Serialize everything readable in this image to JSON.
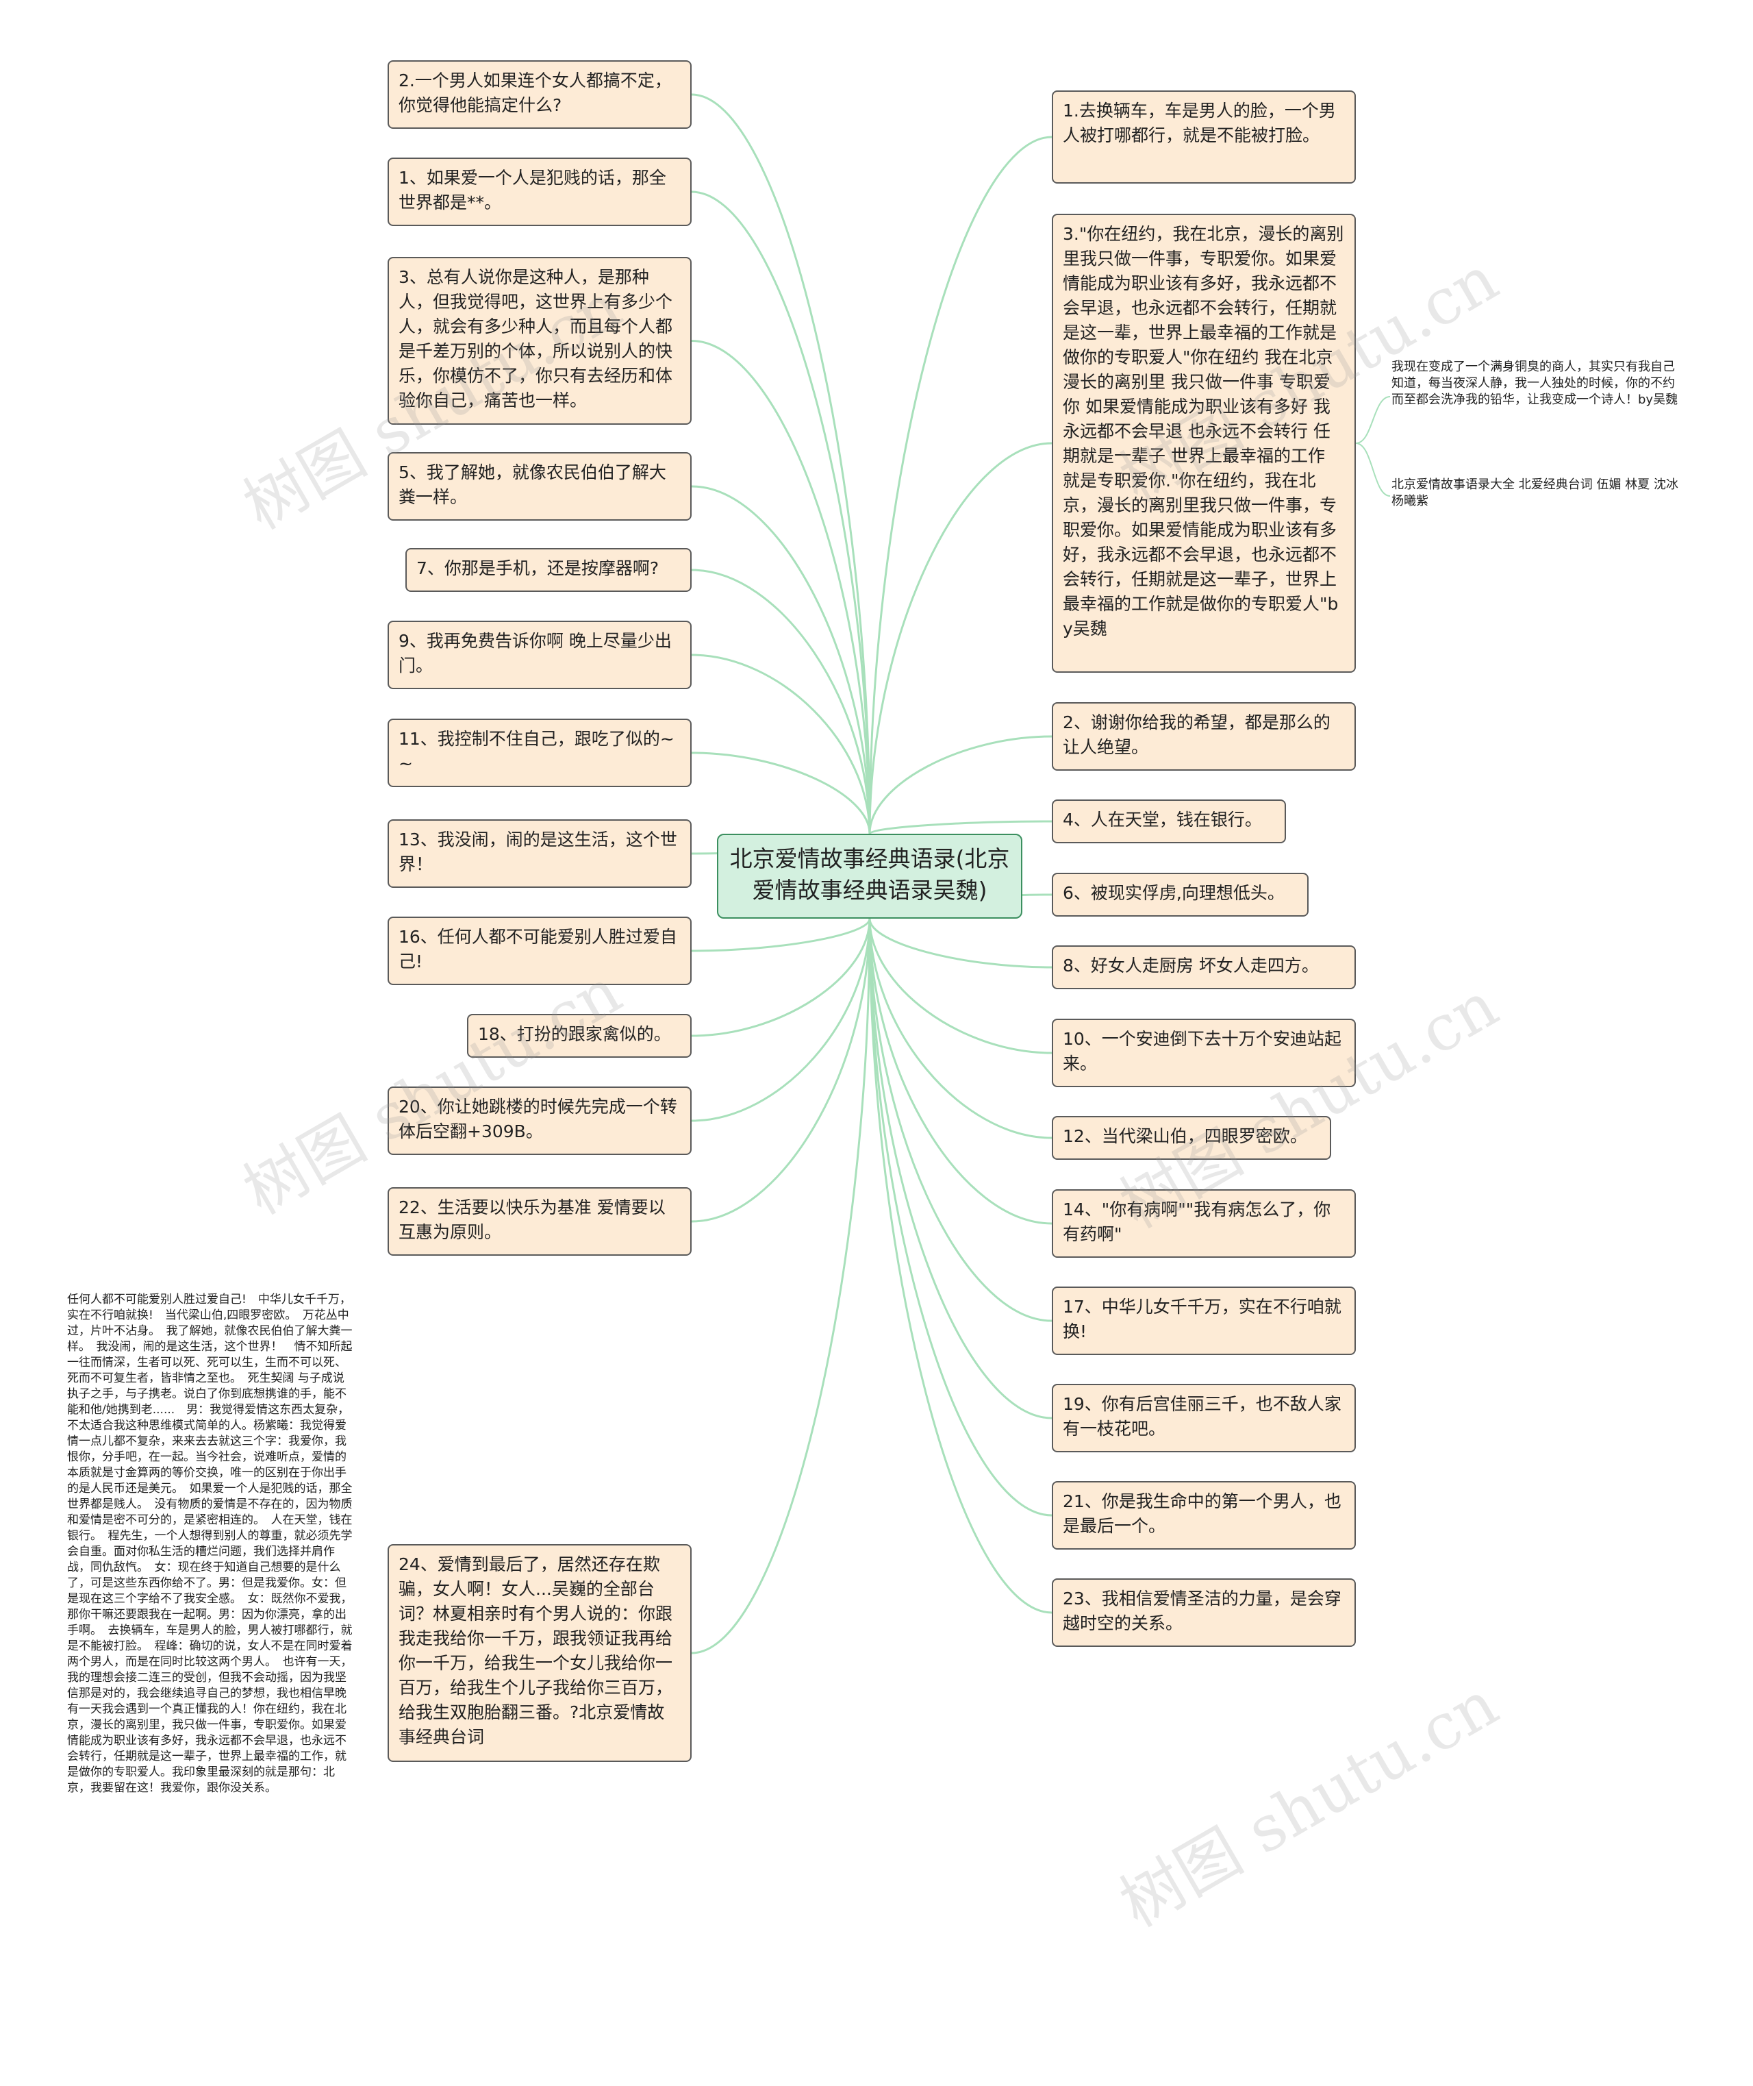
{
  "root": {
    "text": "北京爱情故事经典语录(北京爱情故事经典语录吴魏)"
  },
  "left_nodes": [
    {
      "text": "2.一个男人如果连个女人都搞不定，你觉得他能搞定什么?"
    },
    {
      "text": "1、如果爱一个人是犯贱的话，那全世界都是**。"
    },
    {
      "text": "3、总有人说你是这种人，是那种人，但我觉得吧，这世界上有多少个人，就会有多少种人，而且每个人都是千差万别的个体，所以说别人的快乐，你模仿不了，你只有去经历和体验你自己，痛苦也一样。"
    },
    {
      "text": "5、我了解她，就像农民伯伯了解大粪一样。"
    },
    {
      "text": "7、你那是手机，还是按摩器啊?"
    },
    {
      "text": "9、我再免费告诉你啊 晚上尽量少出门。"
    },
    {
      "text": "11、我控制不住自己，跟吃了似的~~"
    },
    {
      "text": "13、我没闹，闹的是这生活，这个世界！"
    },
    {
      "text": "16、任何人都不可能爱别人胜过爱自己!"
    },
    {
      "text": "18、打扮的跟家禽似的。"
    },
    {
      "text": "20、你让她跳楼的时候先完成一个转体后空翻+309B。"
    },
    {
      "text": "22、生活要以快乐为基准 爱情要以互惠为原则。"
    },
    {
      "text": "24、爱情到最后了，居然还存在欺骗，女人啊！女人...吴巍的全部台词？林夏相亲时有个男人说的：你跟我走我给你一千万，跟我领证我再给你一千万，给我生一个女儿我给你一百万，给我生个儿子我给你三百万，给我生双胞胎翻三番。?北京爱情故事经典台词"
    }
  ],
  "right_nodes": [
    {
      "text": "1.去换辆车，车是男人的脸，一个男人被打哪都行，就是不能被打脸。"
    },
    {
      "text": "3.\"你在纽约，我在北京，漫长的离别里我只做一件事，专职爱你。如果爱情能成为职业该有多好，我永远都不会早退，也永远都不会转行，任期就是这一辈，世界上最幸福的工作就是做你的专职爱人\"你在纽约 我在北京 漫长的离别里 我只做一件事 专职爱你 如果爱情能成为职业该有多好 我永远都不会早退 也永远不会转行 任期就是一辈子 世界上最幸福的工作 就是专职爱你.\"你在纽约，我在北京，漫长的离别里我只做一件事，专职爱你。如果爱情能成为职业该有多好，我永远都不会早退，也永远都不会转行，任期就是这一辈子，世界上最幸福的工作就是做你的专职爱人\"by吴魏"
    },
    {
      "text": "2、谢谢你给我的希望，都是那么的让人绝望。"
    },
    {
      "text": "4、人在天堂，钱在银行。"
    },
    {
      "text": "6、被现实俘虏,向理想低头。"
    },
    {
      "text": "8、好女人走厨房 坏女人走四方。"
    },
    {
      "text": "10、一个安迪倒下去十万个安迪站起来。"
    },
    {
      "text": "12、当代梁山伯，四眼罗密欧。"
    },
    {
      "text": "14、\"你有病啊\"\"我有病怎么了，你有药啊\""
    },
    {
      "text": "17、中华儿女千千万，实在不行咱就换!"
    },
    {
      "text": "19、你有后宫佳丽三千，也不敌人家有一枝花吧。"
    },
    {
      "text": "21、你是我生命中的第一个男人，也是最后一个。"
    },
    {
      "text": "23、我相信爱情圣洁的力量，是会穿越时空的关系。"
    }
  ],
  "side_notes": [
    {
      "text": "我现在变成了一个满身铜臭的商人，其实只有我自己知道，每当夜深人静，我一人独处的时候，你的不约而至都会洗净我的铅华，让我变成一个诗人！by吴魏"
    },
    {
      "text": "北京爱情故事语录大全 北爱经典台词 伍媚 林夏 沈冰 杨曦紫"
    }
  ],
  "left_note": {
    "text": "任何人都不可能爱别人胜过爱自己!　中华儿女千千万，实在不行咱就换!　当代梁山伯,四眼罗密欧。　万花丛中过，片叶不沾身。　我了解她，就像农民伯伯了解大粪一样。　我没闹，闹的是这生活，这个世界！　情不知所起一往而情深，生者可以死、死可以生，生而不可以死、死而不可复生者，皆非情之至也。　死生契阔 与子成说 执子之手，与子携老。说白了你到底想携谁的手，能不能和他/她携到老......　男：我觉得爱情这东西太复杂，不太适合我这种思维模式简单的人。杨紫曦：我觉得爱情一点儿都不复杂，来来去去就这三个字：我爱你，我恨你，分手吧，在一起。当今社会，说难听点，爱情的本质就是寸金算两的等价交换，唯一的区别在于你出手的是人民币还是美元。　如果爱一个人是犯贱的话，那全世界都是贱人。　没有物质的爱情是不存在的，因为物质和爱情是密不可分的，是紧密相连的。　人在天堂，钱在银行。　程先生，一个人想得到别人的尊重，就必须先学会自重。面对你私生活的糟烂问题，我们选择并肩作战，同仇敌忾。　女：现在终于知道自己想要的是什么了，可是这些东西你给不了。男：但是我爱你。女：但是现在这三个字给不了我安全感。　女：既然你不爱我，那你干嘛还要跟我在一起啊。男：因为你漂亮，拿的出手啊。　去换辆车，车是男人的脸，男人被打哪都行，就是不能被打脸。　程峰：确切的说，女人不是在同时爱着两个男人，而是在同时比较这两个男人。　也许有一天，我的理想会接二连三的受创，但我不会动摇，因为我坚信那是对的，我会继续追寻自己的梦想，我也相信早晚有一天我会遇到一个真正懂我的人！你在纽约，我在北京，漫长的离别里，我只做一件事，专职爱你。如果爱情能成为职业该有多好，我永远都不会早退，也永远不会转行，任期就是这一辈子，世界上最幸福的工作，就是做你的专职爱人。我印象里最深刻的就是那句：北京，我要留在这！我爱你，跟你没关系。"
  },
  "watermarks": [
    "树图 shutu.cn",
    "树图 shutu.cn",
    "树图 shutu.cn",
    "树图 shutu.cn",
    "树图 shutu.cn"
  ],
  "colors": {
    "link": "#a8e0bb",
    "node_fill": "#fdebd6",
    "node_border": "#5a5a5a",
    "root_fill": "#d3f0df",
    "root_border": "#3b8f5f"
  }
}
